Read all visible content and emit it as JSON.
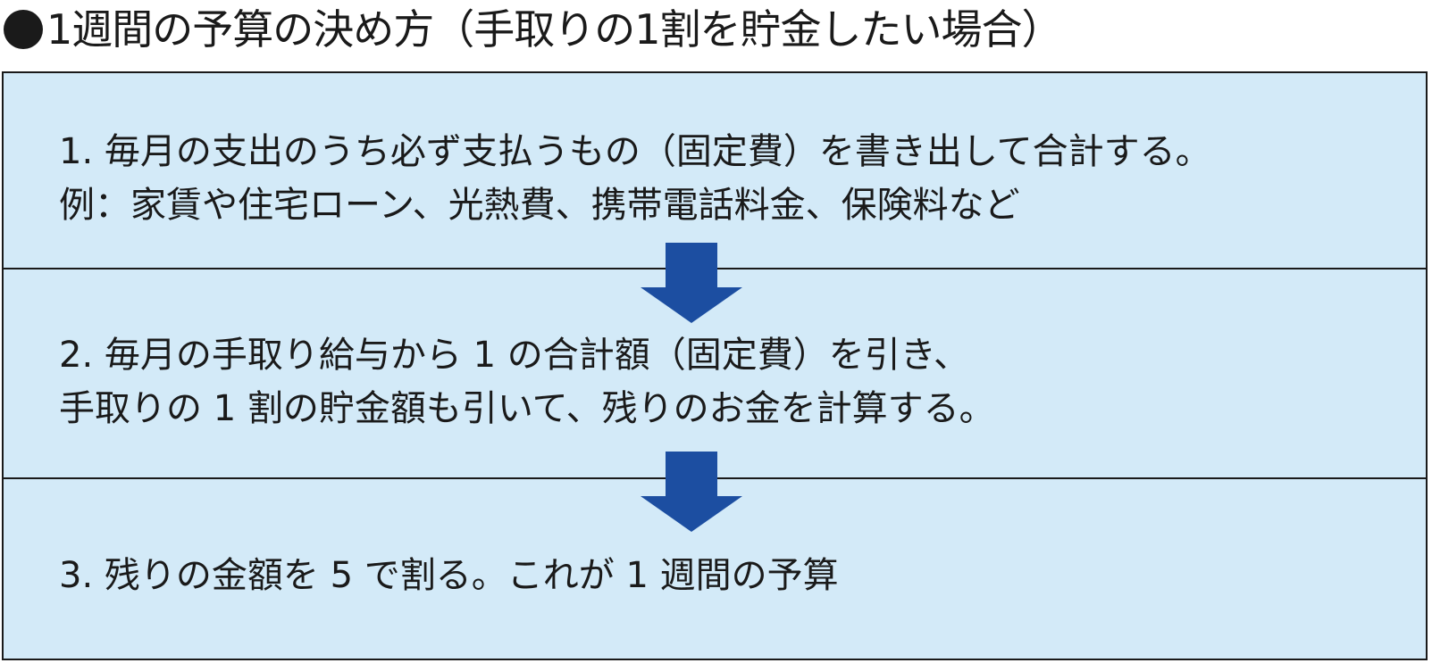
{
  "title": "1週間の予算の決め方（手取りの1割を貯金したい場合）",
  "steps": [
    {
      "line1": "1. 毎月の支出のうち必ず支払うもの（固定費）を書き出して合計する。",
      "line2": "例：家賃や住宅ローン、光熱費、携帯電話料金、保険料など"
    },
    {
      "line1": "2. 毎月の手取り給与から 1 の合計額（固定費）を引き、",
      "line2": "手取りの 1 割の貯金額も引いて、残りのお金を計算する。"
    },
    {
      "line1": "3. 残りの金額を 5 で割る。これが 1 週間の予算"
    }
  ],
  "colors": {
    "box_fill": "#d3eaf8",
    "arrow": "#1c4ea1",
    "border": "#1a1a1a"
  }
}
